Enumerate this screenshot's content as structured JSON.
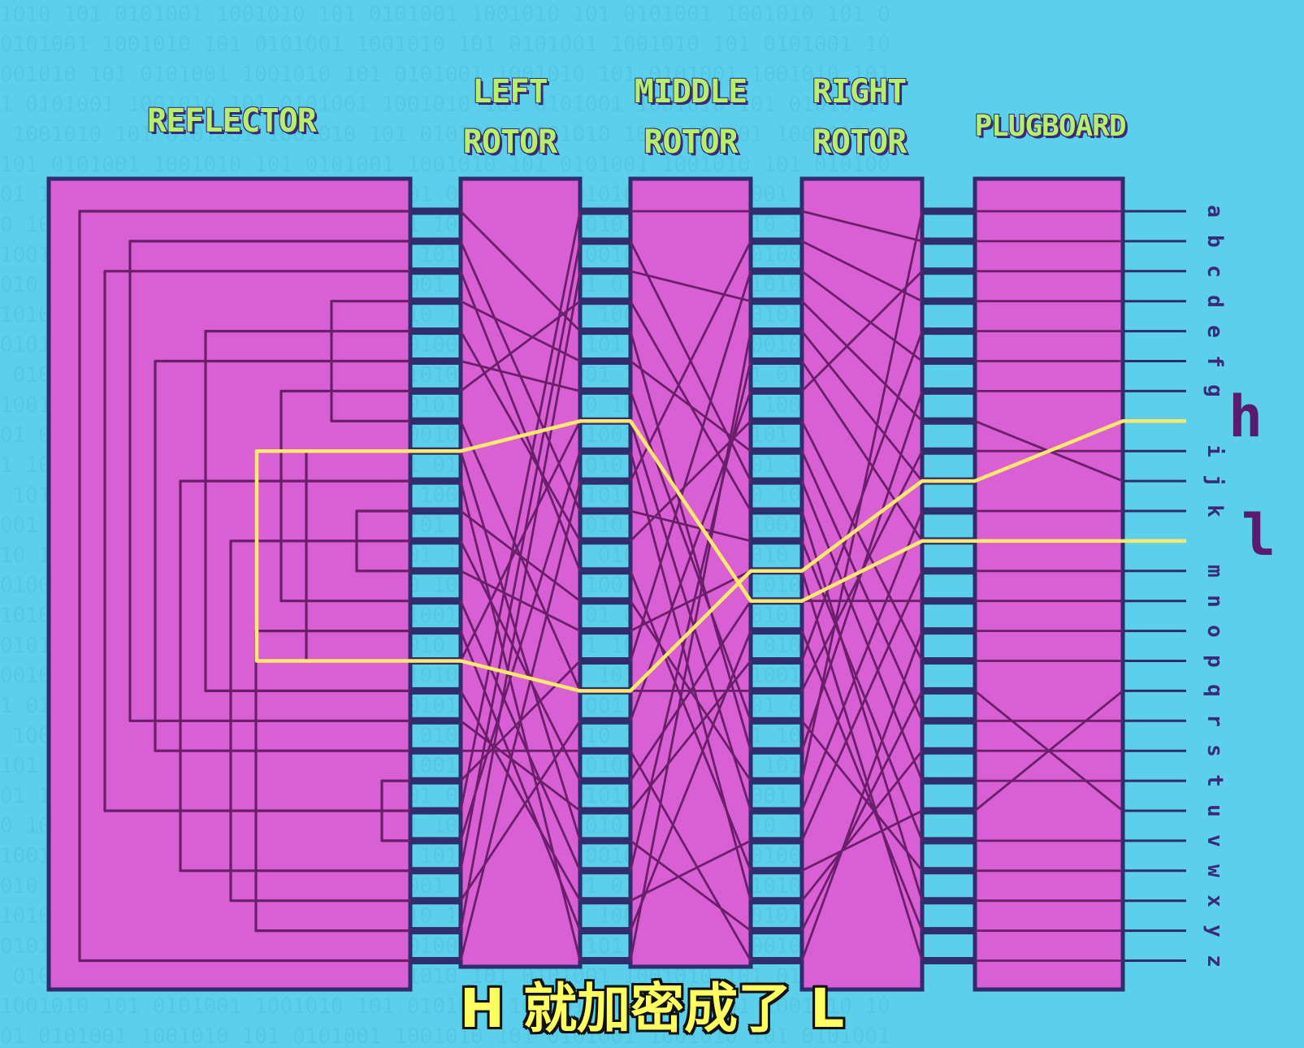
{
  "titles": {
    "reflector": "REFLECTOR",
    "left_rotor": [
      "LEFT",
      "ROTOR"
    ],
    "middle_rotor": [
      "MIDDLE",
      "ROTOR"
    ],
    "right_rotor": [
      "RIGHT",
      "ROTOR"
    ],
    "plugboard": "PLUGBOARD"
  },
  "letters": [
    "a",
    "b",
    "c",
    "d",
    "e",
    "f",
    "g",
    "h",
    "i",
    "j",
    "k",
    "l",
    "m",
    "n",
    "o",
    "p",
    "q",
    "r",
    "s",
    "t",
    "u",
    "v",
    "w",
    "x",
    "y",
    "z"
  ],
  "small_letters_shown": [
    "a",
    "b",
    "c",
    "d",
    "e",
    "f",
    "g",
    "i",
    "j",
    "k",
    "m",
    "n",
    "o",
    "p",
    "q",
    "r",
    "s",
    "t",
    "u",
    "v",
    "w",
    "x",
    "y",
    "z"
  ],
  "input_letter": "h",
  "output_letter": "l",
  "caption": "H 就加密成了 L",
  "colors": {
    "background": "#5ccfea",
    "box_fill": "#d95fd4",
    "box_border": "#2f2d6e",
    "wire": "#6b1f6b",
    "highlight_path": "#ffe96b",
    "title_text": "#b6f06a"
  },
  "wiring": {
    "reflector_pairs": [
      [
        0,
        25
      ],
      [
        1,
        17
      ],
      [
        2,
        20
      ],
      [
        3,
        7
      ],
      [
        4,
        16
      ],
      [
        5,
        18
      ],
      [
        6,
        13
      ],
      [
        8,
        15
      ],
      [
        9,
        22
      ],
      [
        10,
        12
      ],
      [
        11,
        23
      ],
      [
        14,
        24
      ],
      [
        19,
        21
      ]
    ],
    "left_rotor": [
      4,
      10,
      12,
      5,
      11,
      6,
      3,
      16,
      21,
      25,
      13,
      19,
      14,
      22,
      24,
      7,
      23,
      20,
      18,
      15,
      0,
      8,
      1,
      17,
      2,
      9
    ],
    "middle_rotor": [
      0,
      9,
      3,
      10,
      18,
      8,
      17,
      20,
      23,
      1,
      11,
      7,
      22,
      19,
      12,
      2,
      16,
      6,
      25,
      13,
      15,
      24,
      5,
      21,
      14,
      4
    ],
    "right_rotor": [
      1,
      3,
      5,
      7,
      9,
      11,
      2,
      15,
      17,
      19,
      23,
      21,
      25,
      13,
      24,
      4,
      8,
      22,
      6,
      0,
      10,
      12,
      20,
      18,
      16,
      14
    ],
    "plugboard": [
      0,
      1,
      2,
      3,
      4,
      5,
      6,
      9,
      8,
      7,
      10,
      11,
      12,
      13,
      14,
      15,
      20,
      17,
      18,
      19,
      16,
      21,
      22,
      23,
      24,
      25
    ]
  },
  "highlight_path_trace": [
    "h",
    "plugboard→j",
    "right rotor→m",
    "middle rotor→q",
    "left rotor→p",
    "reflector→i",
    "left rotor→h",
    "middle rotor→n",
    "right rotor→l",
    "plugboard→l"
  ]
}
